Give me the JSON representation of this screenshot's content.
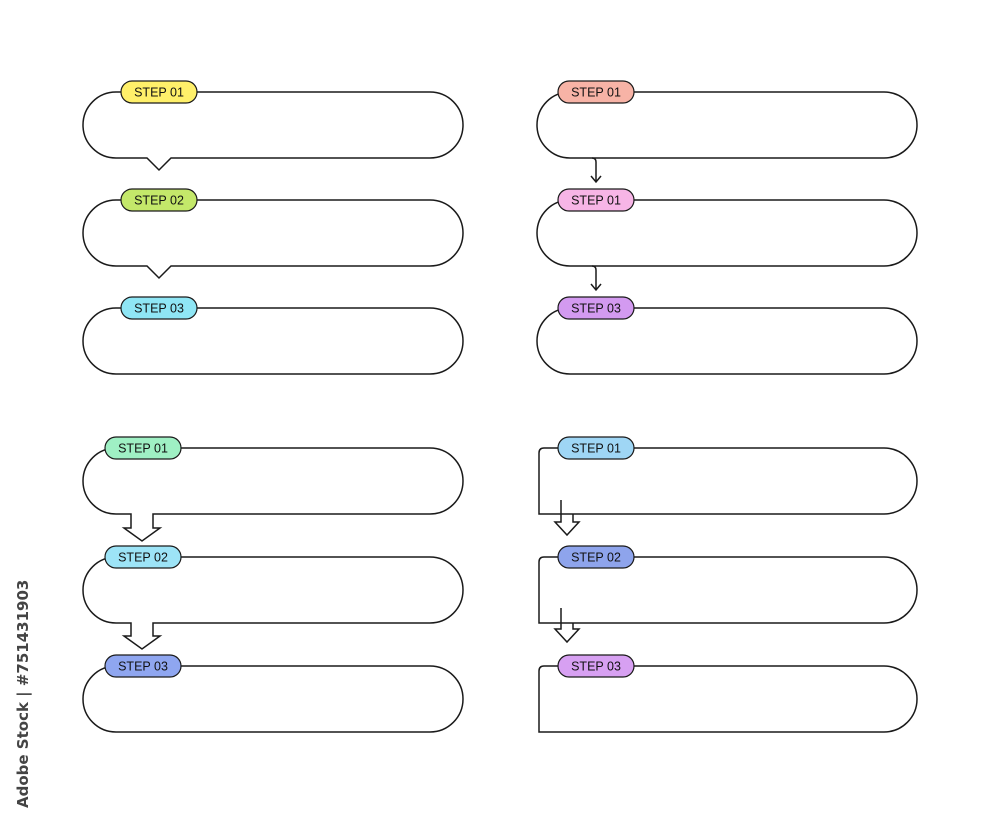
{
  "panels": [
    {
      "style": "chevron-notch",
      "steps": [
        {
          "label": "STEP 01",
          "color": "#fff06a"
        },
        {
          "label": "STEP 02",
          "color": "#c4e86a"
        },
        {
          "label": "STEP 03",
          "color": "#8fe6f5"
        }
      ]
    },
    {
      "style": "line-arrow",
      "steps": [
        {
          "label": "STEP 01",
          "color": "#f7b3a6"
        },
        {
          "label": "STEP 01",
          "color": "#f7b5e6"
        },
        {
          "label": "STEP 03",
          "color": "#d39af0"
        }
      ]
    },
    {
      "style": "block-arrow",
      "steps": [
        {
          "label": "STEP 01",
          "color": "#9ff0c4"
        },
        {
          "label": "STEP 02",
          "color": "#9de4f7"
        },
        {
          "label": "STEP 03",
          "color": "#8fa6f0"
        }
      ]
    },
    {
      "style": "side-block-arrow",
      "steps": [
        {
          "label": "STEP 01",
          "color": "#9fd6f5"
        },
        {
          "label": "STEP 02",
          "color": "#8ea4ec"
        },
        {
          "label": "STEP 03",
          "color": "#d7a0f2"
        }
      ]
    }
  ],
  "stock_credit": "Adobe Stock | #751431903"
}
